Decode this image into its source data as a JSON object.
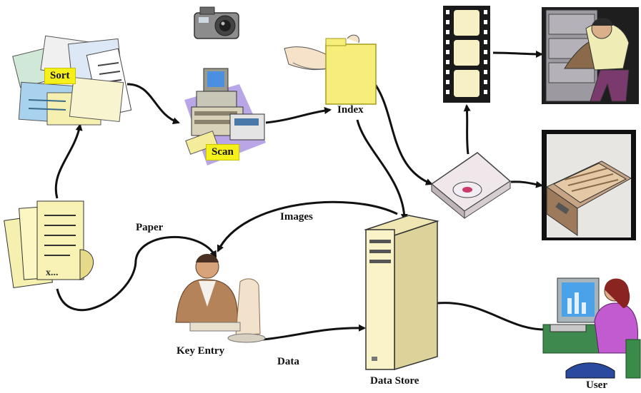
{
  "diagram": {
    "nodes": {
      "sort": {
        "label": "Sort",
        "icon": "paper-stack-icon"
      },
      "scan": {
        "label": "Scan",
        "icon": "scanner-workstation-icon"
      },
      "camera": {
        "icon": "digital-camera-icon"
      },
      "index": {
        "label": "Index",
        "icon": "folder-in-hand-icon"
      },
      "microfilm": {
        "icon": "film-strip-icon"
      },
      "optical_disc": {
        "icon": "cd-drive-icon"
      },
      "file_clerk": {
        "icon": "file-clerk-icon"
      },
      "file_drawer": {
        "icon": "file-cabinet-drawer-icon"
      },
      "paper": {
        "icon": "documents-icon"
      },
      "key_entry": {
        "label": "Key Entry",
        "icon": "data-entry-operator-icon"
      },
      "data_store": {
        "label": "Data Store",
        "icon": "server-tower-icon"
      },
      "user": {
        "label": "User",
        "icon": "user-at-computer-icon"
      }
    },
    "edge_labels": {
      "paper": "Paper",
      "images": "Images",
      "data": "Data"
    },
    "colors": {
      "label_tag": "#f6f01a",
      "folder": "#f5ee7a",
      "server": "#fbf3c8",
      "film": "#1a1a1a",
      "arrow": "#111111"
    }
  }
}
